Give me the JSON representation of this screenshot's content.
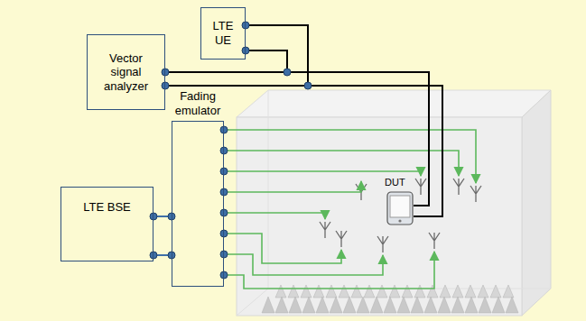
{
  "diagram": {
    "nodes": [
      {
        "text": [
          "LTE UE"
        ]
      },
      {
        "text": [
          "Vector signal analyzer"
        ]
      },
      {
        "text": [
          "Fading emulator"
        ]
      },
      {
        "text": [
          "LTE BSE"
        ]
      },
      {
        "text": [
          "DUT"
        ]
      }
    ],
    "edges": [
      {
        "from": 1,
        "to": 4,
        "arrow": "none"
      },
      {
        "from": 1,
        "to": 4,
        "arrow": "none"
      },
      {
        "from": 0,
        "to": 4,
        "arrow": "none"
      },
      {
        "from": 0,
        "to": 4,
        "arrow": "none"
      },
      {
        "from": 3,
        "to": 2,
        "arrow": "none"
      },
      {
        "from": 3,
        "to": 2,
        "arrow": "none"
      }
    ]
  }
}
